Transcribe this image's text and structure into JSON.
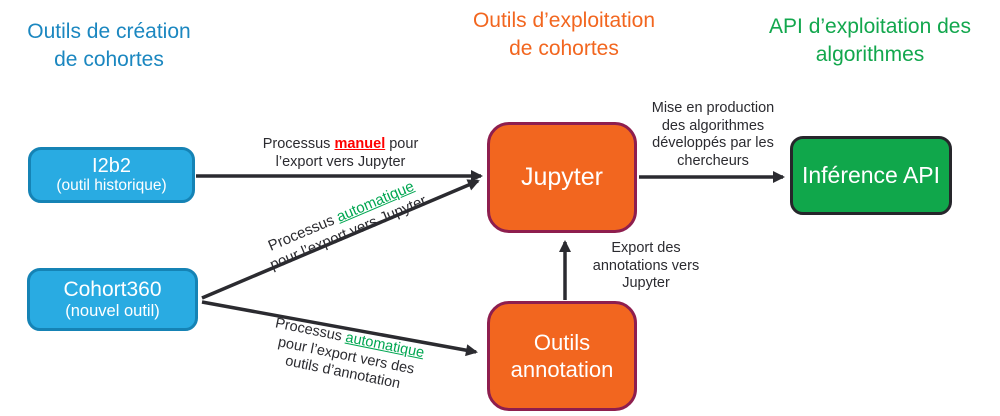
{
  "headers": {
    "creation": {
      "line1": "Outils de création",
      "line2": "de cohortes",
      "color": "#1B87C0"
    },
    "exploitation": {
      "line1": "Outils d’exploitation",
      "line2": "de cohortes",
      "color": "#F2661F"
    },
    "api": {
      "line1": "API d’exploitation des",
      "line2": "algorithmes",
      "color": "#12A74D"
    }
  },
  "nodes": {
    "i2b2": {
      "title": "I2b2",
      "subtitle": "(outil historique)",
      "fill": "#29ABE2",
      "border": "#1583B5",
      "text_color": "#FFFFFF"
    },
    "cohort360": {
      "title": "Cohort360",
      "subtitle": "(nouvel outil)",
      "fill": "#29ABE2",
      "border": "#1583B5",
      "text_color": "#FFFFFF"
    },
    "jupyter": {
      "title": "Jupyter",
      "fill": "#F2661F",
      "border": "#8E1E4E",
      "text_color": "#FFFFFF"
    },
    "annotation": {
      "line1": "Outils",
      "line2": "annotation",
      "fill": "#F2661F",
      "border": "#8E1E4E",
      "text_color": "#FFFFFF"
    },
    "inference": {
      "title": "Inférence API",
      "fill": "#10A74B",
      "border": "#26262B",
      "text_color": "#FFFFFF"
    }
  },
  "edges": {
    "arrow_color": "#2B2B30",
    "manual_export": {
      "prefix": "Processus ",
      "keyword": "manuel",
      "keyword_color": "#FF0000",
      "suffix": " pour",
      "line2": "l’export vers Jupyter"
    },
    "auto_export_jupyter": {
      "prefix": "Processus ",
      "keyword": "automatique",
      "keyword_color": "#00A651",
      "line2": "pour l’export vers Jupyter"
    },
    "auto_export_annotation": {
      "prefix": "Processus ",
      "keyword": "automatique",
      "keyword_color": "#00A651",
      "line2": "pour l’export vers des",
      "line3": "outils d’annotation"
    },
    "annotation_export": {
      "line1": "Export des",
      "line2": "annotations vers",
      "line3": "Jupyter"
    },
    "production": {
      "line1": "Mise en production",
      "line2": "des algorithmes",
      "line3": "développés par les",
      "line4": "chercheurs"
    }
  }
}
